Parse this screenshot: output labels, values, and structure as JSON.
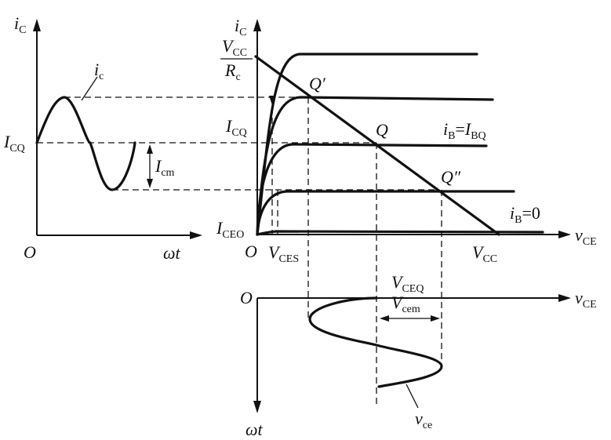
{
  "left_graph": {
    "y_axis": {
      "main": "i",
      "sub": "C"
    },
    "x_axis": "ωt",
    "origin": "O",
    "curve_label": {
      "main": "i",
      "sub": "c"
    },
    "icq": {
      "main": "I",
      "sub": "CQ"
    },
    "icm": {
      "main": "I",
      "sub": "cm"
    }
  },
  "main_graph": {
    "y_axis": {
      "main": "i",
      "sub": "C"
    },
    "x_axis": {
      "main": "v",
      "sub": "CE"
    },
    "origin": "O",
    "vcc_over_rc": {
      "num_main": "V",
      "num_sub": "CC",
      "den_main": "R",
      "den_sub": "c"
    },
    "icq": {
      "main": "I",
      "sub": "CQ"
    },
    "iceo": {
      "main": "I",
      "sub": "CEO"
    },
    "vces": {
      "main": "V",
      "sub": "CES"
    },
    "vcc": {
      "main": "V",
      "sub": "CC"
    },
    "q_prime": "Q′",
    "q": "Q",
    "q_dblprime": "Q″",
    "ib_ibq": {
      "main": "i",
      "sub": "B",
      "eq": "=",
      "main2": "I",
      "sub2": "BQ"
    },
    "ib_zero": {
      "main": "i",
      "sub": "B",
      "eq": "=0"
    }
  },
  "bottom_graph": {
    "origin": "O",
    "x_axis": {
      "main": "v",
      "sub": "CE"
    },
    "y_axis": "ωt",
    "vceq": {
      "main": "V",
      "sub": "CEQ"
    },
    "vcem": {
      "main": "V",
      "sub": "cem"
    },
    "curve_label": {
      "main": "v",
      "sub": "ce"
    }
  }
}
